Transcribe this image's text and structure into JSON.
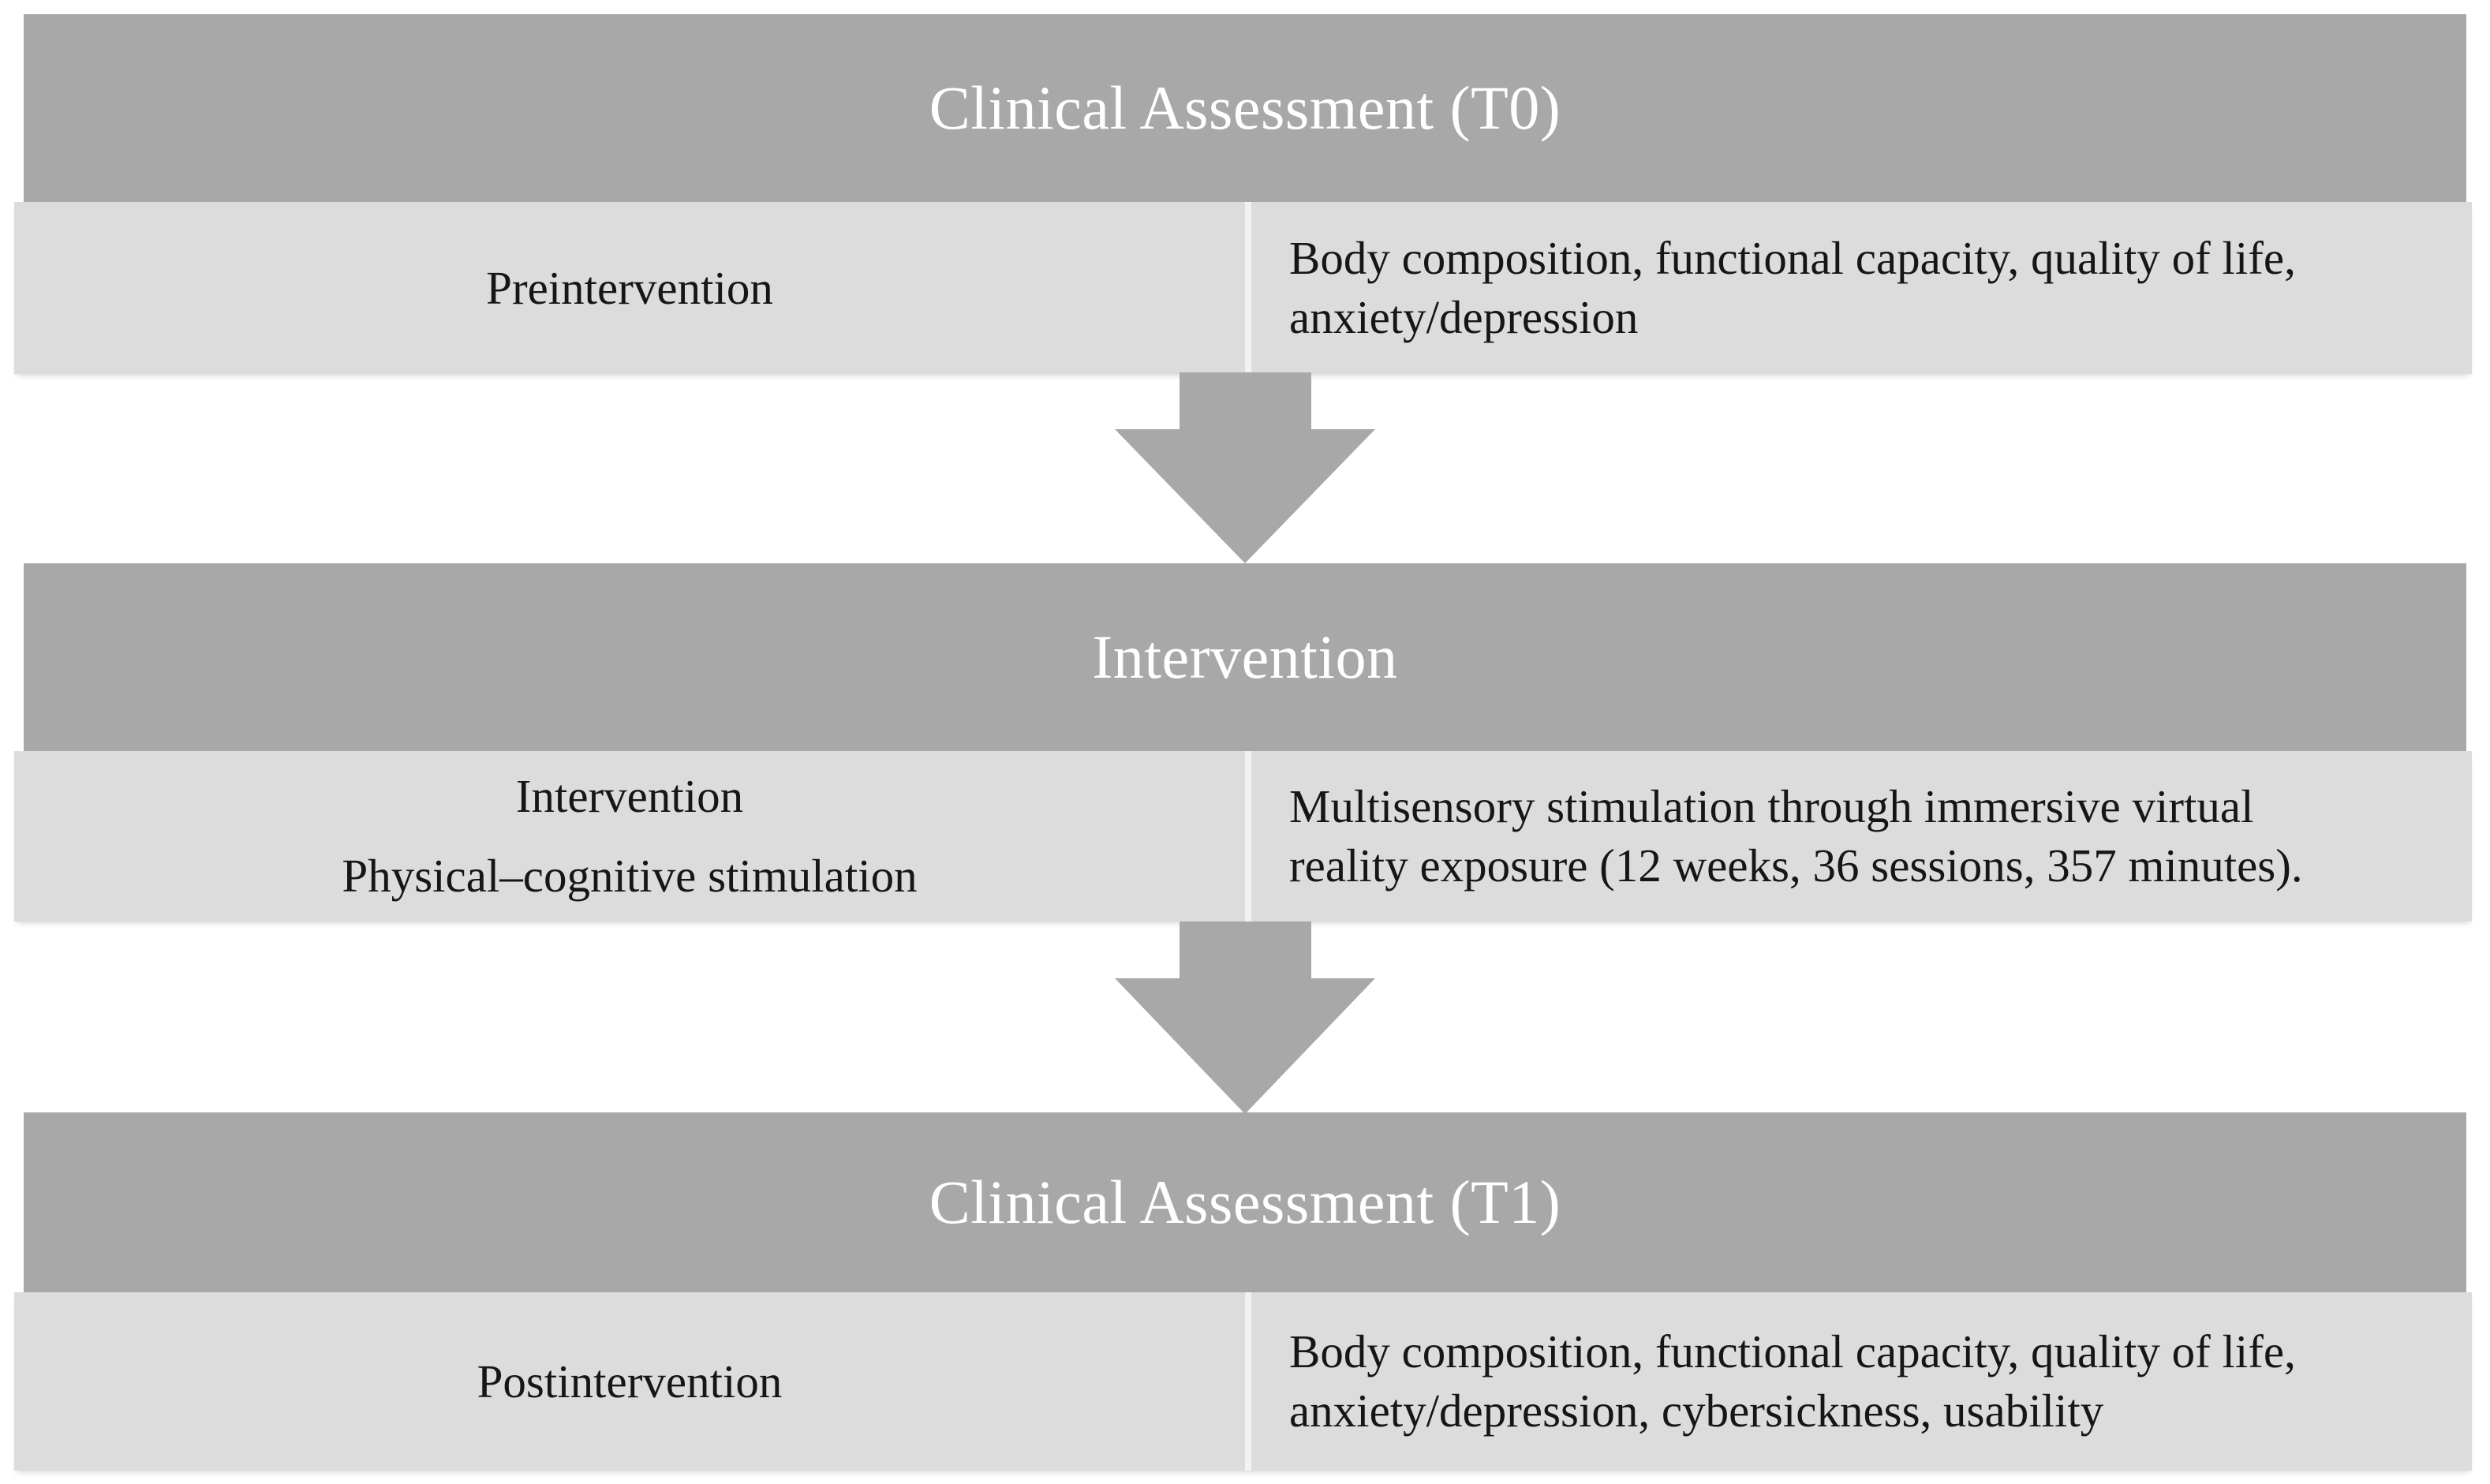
{
  "diagram": {
    "type": "flowchart",
    "orientation": "vertical",
    "colors": {
      "header_background": "#a8a8a8",
      "header_text": "#ffffff",
      "body_background": "#dcdcdc",
      "body_text": "#161616",
      "arrow_fill": "#a8a8a8",
      "page_background": "#ffffff"
    },
    "stages": [
      {
        "id": "t0",
        "title": "Clinical Assessment (T0)",
        "left_label_lines": [
          "Preintervention"
        ],
        "right_label_lines": [
          "Body composition, functional capacity, quality of life,",
          "anxiety/depression"
        ]
      },
      {
        "id": "intervention",
        "title": "Intervention",
        "left_label_lines": [
          "Intervention",
          "Physical–cognitive stimulation"
        ],
        "right_label_lines": [
          "Multisensory stimulation through immersive virtual",
          "reality exposure (12 weeks, 36 sessions, 357 minutes)."
        ]
      },
      {
        "id": "t1",
        "title": "Clinical Assessment (T1)",
        "left_label_lines": [
          "Postintervention"
        ],
        "right_label_lines": [
          "Body composition, functional capacity, quality of life,",
          "anxiety/depression, cybersickness, usability"
        ]
      }
    ],
    "connectors": [
      {
        "id": "arrow-t0-to-intervention",
        "icon": "down-arrow-icon",
        "from": "t0",
        "to": "intervention"
      },
      {
        "id": "arrow-intervention-to-t1",
        "icon": "down-arrow-icon",
        "from": "intervention",
        "to": "t1"
      }
    ]
  }
}
